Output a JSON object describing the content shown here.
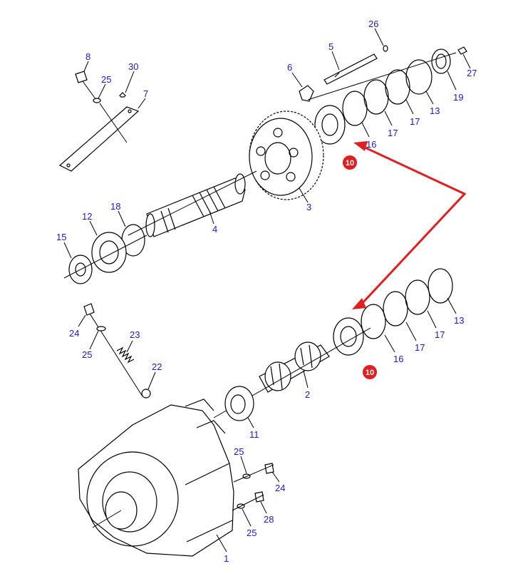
{
  "diagram": {
    "callout_color": "#1a1ad0",
    "highlight_color": "#e02020",
    "callouts": {
      "c8": "8",
      "c25a": "25",
      "c30": "30",
      "c7": "7",
      "c6": "6",
      "c5": "5",
      "c26": "26",
      "c27": "27",
      "c19": "19",
      "c13a": "13",
      "c17a": "17",
      "c17b": "17",
      "c16a": "16",
      "c3": "3",
      "c4": "4",
      "c18": "18",
      "c12": "12",
      "c15": "15",
      "c24a": "24",
      "c25b": "25",
      "c23": "23",
      "c22": "22",
      "c13b": "13",
      "c17c": "17",
      "c17d": "17",
      "c16b": "16",
      "c2": "2",
      "c11": "11",
      "c25c": "25",
      "c24b": "24",
      "c28": "28",
      "c25d": "25",
      "c1": "1"
    },
    "badges": {
      "b10a": "10",
      "b10b": "10"
    }
  }
}
